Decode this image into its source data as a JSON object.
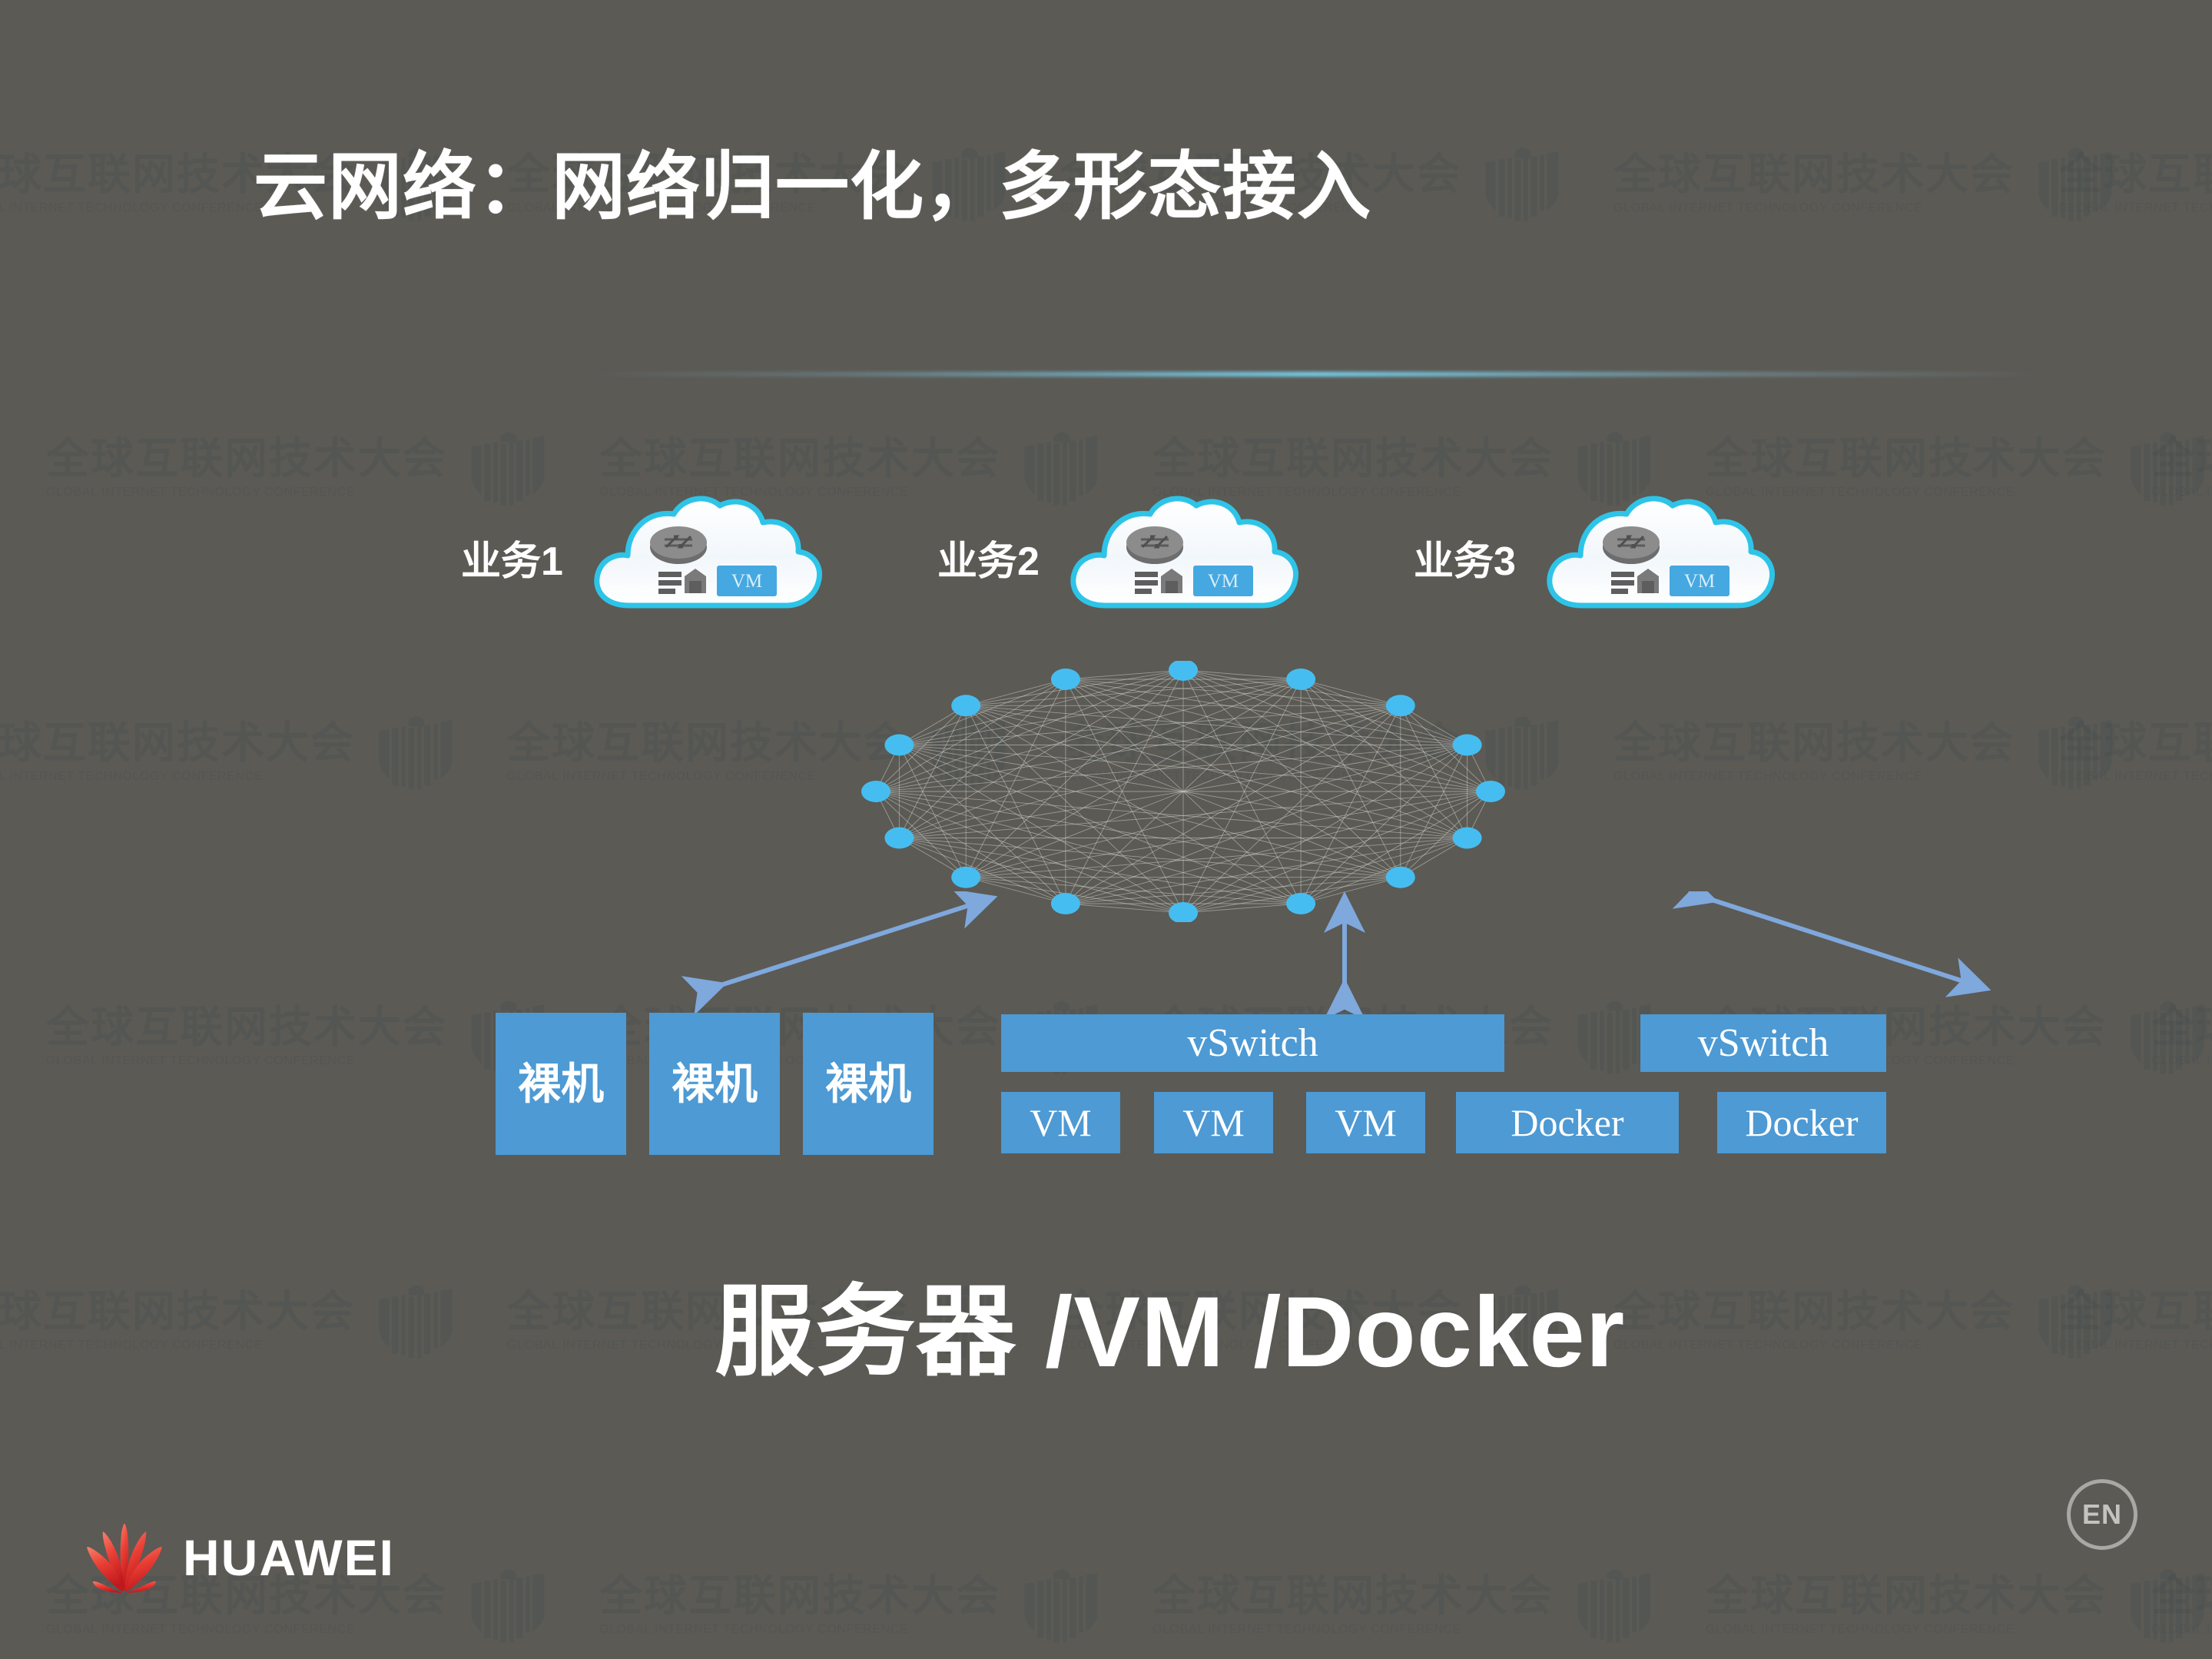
{
  "slide": {
    "title": "云网络：网络归一化，多形态接入",
    "caption": "服务器 /VM /Docker",
    "background_color": "#5b5a55",
    "accent_color": "#4d9ad4",
    "node_color": "#46bdf0",
    "arrow_color": "#7fa8dc"
  },
  "watermark": {
    "cn": "全球互联网技术大会",
    "en": "GLOBAL INTERNET TECHNOLOGY CONFERENCE",
    "mark": "skyline-shield-mark"
  },
  "services": [
    {
      "label": "业务1",
      "cloud_vm_label": "VM"
    },
    {
      "label": "业务2",
      "cloud_vm_label": "VM"
    },
    {
      "label": "业务3",
      "cloud_vm_label": "VM"
    }
  ],
  "fabric": {
    "name": "full-mesh-network",
    "node_count": 16
  },
  "hosts": {
    "bare_metal": [
      {
        "label": "裸机"
      },
      {
        "label": "裸机"
      },
      {
        "label": "裸机"
      }
    ],
    "vswitch_groups": [
      {
        "switch_label": "vSwitch",
        "children": [
          {
            "label": "VM"
          },
          {
            "label": "VM"
          },
          {
            "label": "VM"
          }
        ]
      },
      {
        "switch_label": "vSwitch",
        "children": [
          {
            "label": "Docker"
          },
          {
            "label": "Docker"
          }
        ]
      }
    ]
  },
  "footer": {
    "brand": "HUAWEI",
    "language_badge": "EN"
  }
}
